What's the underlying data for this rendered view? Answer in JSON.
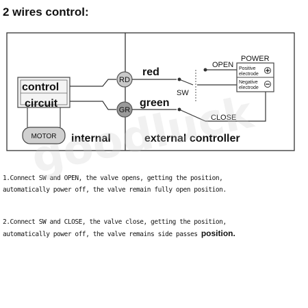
{
  "heading": "2 wires control:",
  "diagram": {
    "internal_box": {
      "control_label": "control",
      "circuit_label": "circuit",
      "motor_label": "MOTOR",
      "section_label": "internal"
    },
    "terminals": {
      "rd_label": "RD",
      "gr_label": "GR"
    },
    "wires": {
      "red_label": "red",
      "green_label": "green"
    },
    "external": {
      "section_label": "external controller",
      "switch_label": "SW",
      "open_label": "OPEN",
      "close_label": "CLOSE",
      "power_label": "POWER",
      "positive_line1": "Positive",
      "positive_line2": "electrode",
      "negative_line1": "Negative",
      "negative_line2": "electrode"
    }
  },
  "notes": [
    {
      "line1": "1.Connect SW and OPEN, the valve opens, getting the position,",
      "line2": "automatically power off, the valve remain fully open position.",
      "end": ""
    },
    {
      "line1": "2.Connect SW and CLOSE, the valve close, getting the position,",
      "line2": "automatically power off, the valve remains side passes ",
      "end": "position."
    }
  ],
  "watermark": "goodluck"
}
